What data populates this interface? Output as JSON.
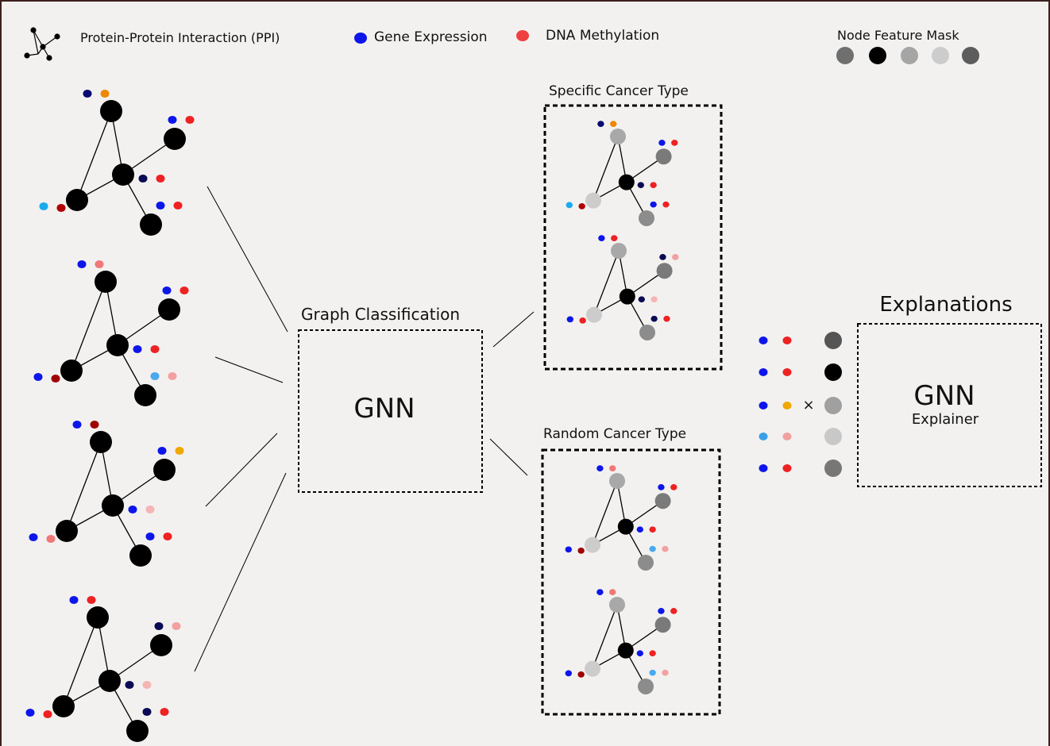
{
  "legend": {
    "ppi_label": "Protein-Protein Interaction (PPI)",
    "ppi_icon": "ppi-graph-icon",
    "gene_expression_label": "Gene Expression",
    "dna_methylation_label": "DNA Methylation",
    "node_feature_mask_label": "Node Feature Mask",
    "mask_swatches": [
      "#6f6f6f",
      "#000000",
      "#a5a5a5",
      "#cccccc",
      "#5c5c5c"
    ]
  },
  "center": {
    "graph_classification_label": "Graph Classification",
    "gnn_label": "GNN"
  },
  "groups": {
    "specific_label": "Specific Cancer Type",
    "random_label": "Random Cancer Type"
  },
  "explainer": {
    "explanations_label": "Explanations",
    "gnn_label": "GNN",
    "explainer_label": "Explainer",
    "multiply_symbol": "×"
  },
  "colors": {
    "gene_expression": "#0d16ea",
    "dna_methylation": "#ee2222",
    "node": "#000000",
    "edge": "#000000",
    "background": "#f2f1ef",
    "frame": "#3d1f1f"
  },
  "explainer_feature_rows": [
    {
      "expression": "#0d16ea",
      "methylation": "#ee2222",
      "mask": "#555555"
    },
    {
      "expression": "#0d16ea",
      "methylation": "#ee2222",
      "mask": "#000000"
    },
    {
      "expression": "#0d16ea",
      "methylation": "#f0a800",
      "mask": "#a0a0a0"
    },
    {
      "expression": "#3aa0e8",
      "methylation": "#f0a0a0",
      "mask": "#c8c8c8"
    },
    {
      "expression": "#0d16ea",
      "methylation": "#ee2222",
      "mask": "#777777"
    }
  ],
  "input_graphs": [
    {
      "node_features": [
        [
          "#0a0a70",
          "#ee8800"
        ],
        [
          "#0d16ea",
          "#ee2222"
        ],
        [
          "#0a0a55",
          "#ee2222"
        ],
        [
          "#1aaaf0",
          "#b00000"
        ],
        [
          "#0d16ea",
          "#ee2222"
        ]
      ]
    },
    {
      "node_features": [
        [
          "#0d16ea",
          "#f07878"
        ],
        [
          "#0d16ea",
          "#ee2222"
        ],
        [
          "#0d16ea",
          "#ee2222"
        ],
        [
          "#0d16ea",
          "#a00000"
        ],
        [
          "#4aa8ee",
          "#f3a0a0"
        ]
      ]
    },
    {
      "node_features": [
        [
          "#0d16ea",
          "#a00000"
        ],
        [
          "#0d16ea",
          "#f0a800"
        ],
        [
          "#0d16ea",
          "#f5b5b5"
        ],
        [
          "#0d16ea",
          "#f07878"
        ],
        [
          "#0d16ea",
          "#ee2222"
        ]
      ]
    },
    {
      "node_features": [
        [
          "#0d16ea",
          "#ee2222"
        ],
        [
          "#0a0a55",
          "#f3a0a0"
        ],
        [
          "#0a0a55",
          "#f5b5b5"
        ],
        [
          "#0d16ea",
          "#ee2222"
        ],
        [
          "#0a0a55",
          "#ee2222"
        ]
      ]
    }
  ],
  "specific_graphs": [
    {
      "node_masks": [
        "#a8a8a8",
        "#7a7a7a",
        "#000000",
        "#cccccc",
        "#8c8c8c"
      ],
      "node_features": [
        [
          "#0a0a70",
          "#ee8800"
        ],
        [
          "#0d16ea",
          "#ee2222"
        ],
        [
          "#0a0a55",
          "#ee2222"
        ],
        [
          "#1aaaf0",
          "#b00000"
        ],
        [
          "#0d16ea",
          "#ee2222"
        ]
      ]
    },
    {
      "node_masks": [
        "#a8a8a8",
        "#7a7a7a",
        "#000000",
        "#cccccc",
        "#8c8c8c"
      ],
      "node_features": [
        [
          "#0d16ea",
          "#ee2222"
        ],
        [
          "#0a0a55",
          "#f3a0a0"
        ],
        [
          "#0a0a55",
          "#f5b5b5"
        ],
        [
          "#0d16ea",
          "#ee2222"
        ],
        [
          "#0a0a55",
          "#ee2222"
        ]
      ]
    }
  ],
  "random_graphs": [
    {
      "node_masks": [
        "#a8a8a8",
        "#7a7a7a",
        "#000000",
        "#cccccc",
        "#8c8c8c"
      ],
      "node_features": [
        [
          "#0d16ea",
          "#f07878"
        ],
        [
          "#0d16ea",
          "#ee2222"
        ],
        [
          "#0d16ea",
          "#ee2222"
        ],
        [
          "#0d16ea",
          "#a00000"
        ],
        [
          "#4aa8ee",
          "#f3a0a0"
        ]
      ]
    },
    {
      "node_masks": [
        "#a8a8a8",
        "#7a7a7a",
        "#000000",
        "#cccccc",
        "#8c8c8c"
      ],
      "node_features": [
        [
          "#0d16ea",
          "#f07878"
        ],
        [
          "#0d16ea",
          "#ee2222"
        ],
        [
          "#0d16ea",
          "#ee2222"
        ],
        [
          "#0d16ea",
          "#a00000"
        ],
        [
          "#4aa8ee",
          "#f3a0a0"
        ]
      ]
    }
  ]
}
